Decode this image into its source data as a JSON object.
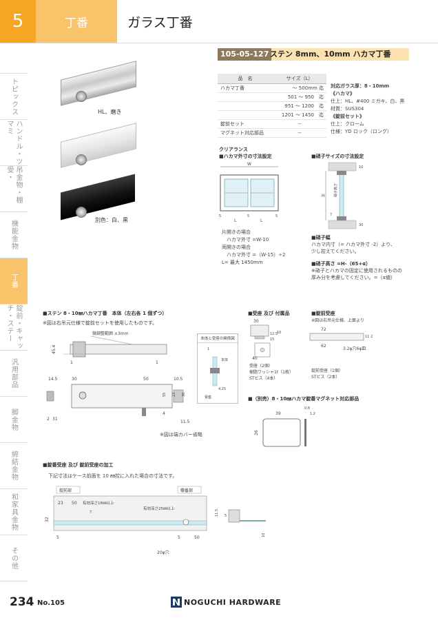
{
  "header": {
    "chapter_number": "5",
    "chapter_name": "丁番",
    "page_title": "ガラス丁番"
  },
  "sidebar": {
    "items": [
      {
        "label": "トピックス"
      },
      {
        "label": "ハンドル・ツマミ"
      },
      {
        "label": "吊金物・棚受・"
      },
      {
        "label": "機能金物"
      },
      {
        "label": "丁番",
        "active": true
      },
      {
        "label": "錠前・キャッチ・ステー"
      },
      {
        "label": "汎用部品"
      },
      {
        "label": "脚金物"
      },
      {
        "label": "締結金物"
      },
      {
        "label": "和家具金物"
      },
      {
        "label": "その他"
      }
    ]
  },
  "product": {
    "code": "105-05-127",
    "title": "ステン 8mm、10mm ハカマ丁番"
  },
  "photos": {
    "hl_label": "HL、磨き",
    "color_label": "別色：白、黒"
  },
  "spec_table": {
    "headers": [
      "品　名",
      "サイズ（L）"
    ],
    "rows": [
      [
        "ハカマ丁番",
        "～ 500mm 迄"
      ],
      [
        "",
        "501 ～ 950　迄"
      ],
      [
        "",
        "951 ～ 1200　迄"
      ],
      [
        "",
        "1201 ～ 1450　迄"
      ],
      [
        "錠前セット",
        "--"
      ],
      [
        "マグネット対応部品",
        "--"
      ]
    ]
  },
  "specs": [
    "対応ガラス厚：8・10mm",
    "《ハカマ》",
    "仕上：HL、#400 ミガキ、白、黒",
    "材質：SUS304",
    "《錠前セット》",
    "仕上：クローム",
    "仕様：YD ロック（ロング）"
  ],
  "clearance": {
    "title": "クリアランス",
    "hakama_title": "■ハカマ外寸の寸法設定",
    "glass_title": "■硝子サイズの寸法設定",
    "notes": [
      "片開きの場合",
      "　ハカマ外寸 =W-10",
      "両開きの場合",
      "　ハカマ外寸 =（W-15）÷2",
      "L= 最大 1450mm"
    ],
    "glass_width_title": "■硝子幅",
    "glass_width_text": [
      "ハカマ内寸（= ハカマ外寸 -2）より、",
      "少し控えてください。"
    ],
    "glass_height_title": "■硝子高さ =H-（65+α）",
    "glass_height_text": [
      "※硝子とハカマの固定に使用されるものの",
      "厚み分を考慮してください。=（α値）"
    ],
    "dims": {
      "W": "W",
      "H": "H",
      "L": "L",
      "five": "5",
      "seven": "7",
      "ten": "10",
      "thirty": "30",
      "glass": "硝子高さ"
    }
  },
  "hinge_section": {
    "title": "■ステン 8・10㎜ハカマ丁番　本体（左右各 1 個ずつ）",
    "note": "※図は右吊元仕様で錠前セットを使用したものです。",
    "adjust": "微調整範囲 ±3mm",
    "relation": "本体と受座の関係図",
    "body": "本体",
    "seat": "受座",
    "cover_note": "※図は端カバー省略",
    "dims": {
      "d454": "45.4",
      "d1a": "1",
      "d1b": "1",
      "d145": "14.5",
      "d30": "30",
      "d50": "50",
      "d105": "10.5",
      "d55": "55",
      "d23": "23",
      "d30b": "30",
      "d2": "2",
      "d31": "31",
      "d4": "4",
      "d115": "11.5",
      "d425": "4.25",
      "d1c": "1"
    }
  },
  "receiver_section": {
    "title": "■受座 及び 付属品",
    "lines": [
      "受座（2個）",
      "樹脂ワッシャ1t（1枚）",
      "STビス（4本）"
    ],
    "dims": {
      "d30": "30",
      "d40": "40",
      "d125": "12.5",
      "d10": "10",
      "d15": "15"
    }
  },
  "lock_receiver_section": {
    "title": "■錠前受座",
    "note": "※図は右吊元仕様、上面より",
    "lines": [
      "錠前受座（1個）",
      "STビス（2本）"
    ],
    "hole": "3.2φ穴6φ皿",
    "dims": {
      "d72": "72",
      "d62": "62",
      "d11": "11",
      "d2": "2"
    }
  },
  "magnet_section": {
    "title": "■（別売）8・10㎜ハカマ錠番マグネット対応部品",
    "dims": {
      "d39": "39",
      "d08": "0.8",
      "d12": "1.2",
      "d26": "26"
    }
  },
  "machining_section": {
    "title": "■錠番受座 及び 錠前受座の加工",
    "note": "下記寸法はケース前面を 10 ㎜控に入れた場合の寸法です。",
    "lock_part": "錠前部",
    "hinge_part": "蝶番部",
    "depth18": "有効深さ18㎜以上",
    "depth25": "有効深さ25㎜以上",
    "hole20": "20φ穴",
    "dims": {
      "d23": "23",
      "d50": "50",
      "d7": "7",
      "d32": "32",
      "d5a": "5",
      "d5b": "5",
      "d50b": "50",
      "d115": "11.5",
      "d5c": "5",
      "d10": "10"
    }
  },
  "footer": {
    "page_number": "234",
    "doc_no": "No.105",
    "brand": "NOGUCHI HARDWARE"
  },
  "colors": {
    "accent": "#f6a623",
    "accent_light": "#f9c36a",
    "product_bar": "#fbe2b0",
    "code_bg": "#8d7a5c"
  }
}
